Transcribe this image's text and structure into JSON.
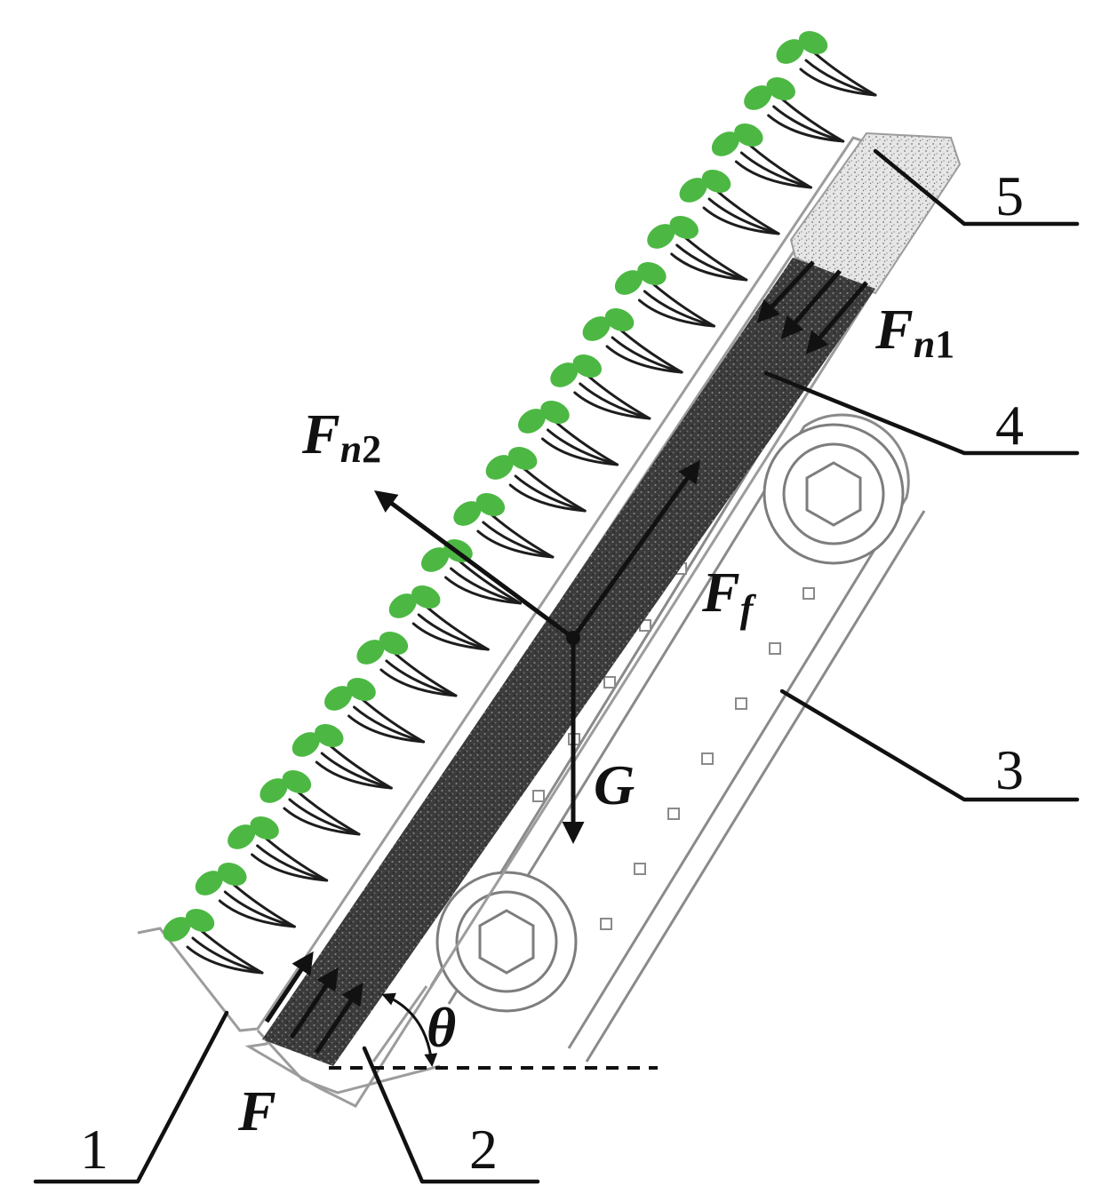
{
  "labels": {
    "part1": "1",
    "part2": "2",
    "part3": "3",
    "part4": "4",
    "part5": "5"
  },
  "forces": {
    "fn1_main": "F",
    "fn1_sub": "n",
    "fn1_index": "1",
    "fn2_main": "F",
    "fn2_sub": "n",
    "fn2_index": "2",
    "ff_main": "F",
    "ff_sub": "f",
    "gravity": "G",
    "push": "F",
    "angle": "θ"
  },
  "colors": {
    "leaf": "#4cb843",
    "soil_dark": "#3a3a3a",
    "soil_light": "#e2e2e2",
    "lines": "#111111"
  }
}
